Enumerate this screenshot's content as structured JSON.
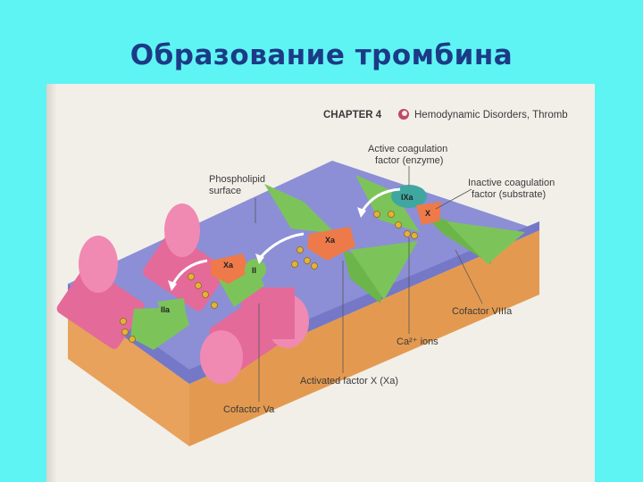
{
  "title": "Образование тромбина",
  "header": {
    "chapter": "CHAPTER 4",
    "running_title": "Hemodynamic Disorders, Thromb"
  },
  "labels": {
    "active_factor": [
      "Active coagulation",
      "factor (enzyme)"
    ],
    "phospholipid": [
      "Phospholipid",
      "surface"
    ],
    "inactive_factor": [
      "Inactive coagulation",
      "factor (substrate)"
    ],
    "cofactor_viiia": "Cofactor VIIIa",
    "ca_ions": "Ca²⁺ ions",
    "activated_x": "Activated factor X (Xa)",
    "cofactor_va": "Cofactor Va"
  },
  "factors": {
    "ixa": "IXa",
    "x": "X",
    "xa_mid": "Xa",
    "xa_left": "Xa",
    "ii": "II",
    "iia": "IIa"
  },
  "colors": {
    "background": "#5ff4f4",
    "title": "#1b3b86",
    "membrane_top": "#8c8fd6",
    "membrane_side": "#e8a25c",
    "cylinder": "#e46a9a",
    "cofactor_green": "#7cc45a",
    "enzyme_orange": "#ee7a4a",
    "ixa_teal": "#3fa7a0"
  }
}
